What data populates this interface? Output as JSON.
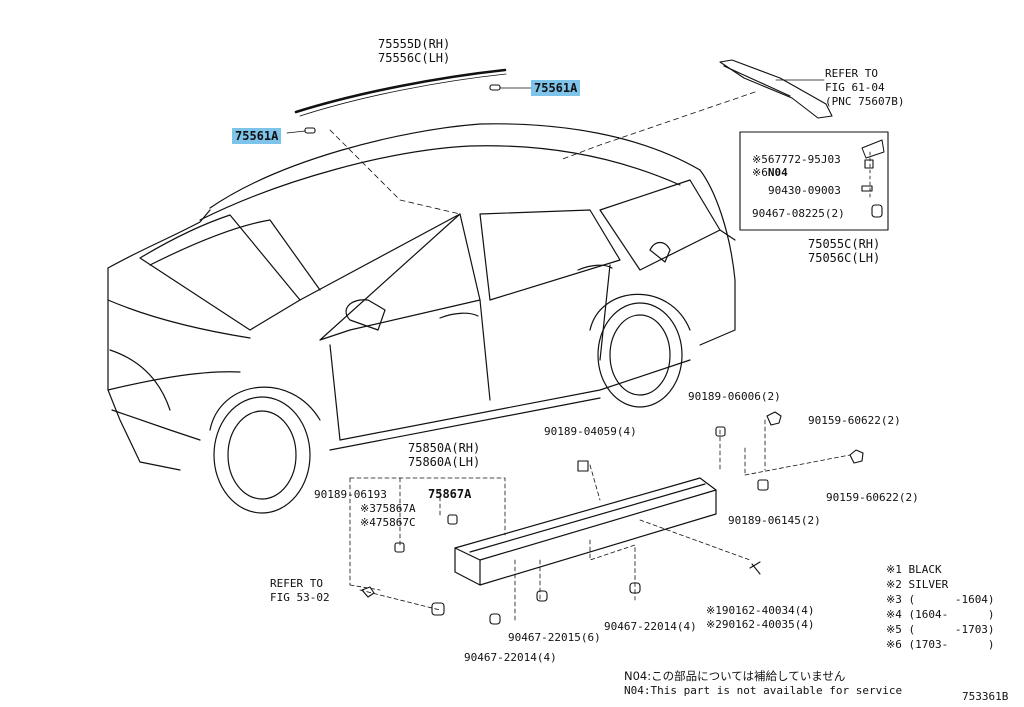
{
  "moulding_top": {
    "line1": "75555D(RH)",
    "line2": "75556C(LH)"
  },
  "clip_right": "75561A",
  "clip_left": "75561A",
  "refer_top": {
    "line1": "REFER TO",
    "line2": "FIG 61-04",
    "line3": "(PNC 75607B)"
  },
  "inset": {
    "r1_mark": "※5",
    "r1_part": "67772-95J03",
    "r2_mark": "※6",
    "r2_part": "N04",
    "r3_part": "90430-09003",
    "r4_part": "90467-08225(2)"
  },
  "spoiler": {
    "line1": "75055C(RH)",
    "line2": "75056C(LH)"
  },
  "parts": {
    "p_90189_06006": "90189-06006(2)",
    "p_90159_60622a": "90159-60622(2)",
    "p_90189_04059": "90189-04059(4)",
    "p_90159_60622b": "90159-60622(2)",
    "p_90189_06145": "90189-06145(2)",
    "p_90189_06193": "90189-06193",
    "p_75867a": "75867A",
    "p_75867a_m": "※375867A",
    "p_75867c_m": "※475867C",
    "p_90162_40034": "※190162-40034(4)",
    "p_90162_40035": "※290162-40035(4)",
    "p_90467_22014a": "90467-22014(4)",
    "p_90467_22015": "90467-22015(6)",
    "p_90467_22014b": "90467-22014(4)"
  },
  "rocker": {
    "line1": "75850A(RH)",
    "line2": "75860A(LH)"
  },
  "refer_bottom": {
    "line1": "REFER TO",
    "line2": "FIG 53-02"
  },
  "legend": [
    "※1 BLACK",
    "※2 SILVER",
    "※3 (      -1604)",
    "※4 (1604-      )",
    "※5 (      -1703)",
    "※6 (1703-      )"
  ],
  "notes": {
    "jp": "N04:この部品については補給していません",
    "en": "N04:This part is not available for service"
  },
  "figure_id": "753361B"
}
